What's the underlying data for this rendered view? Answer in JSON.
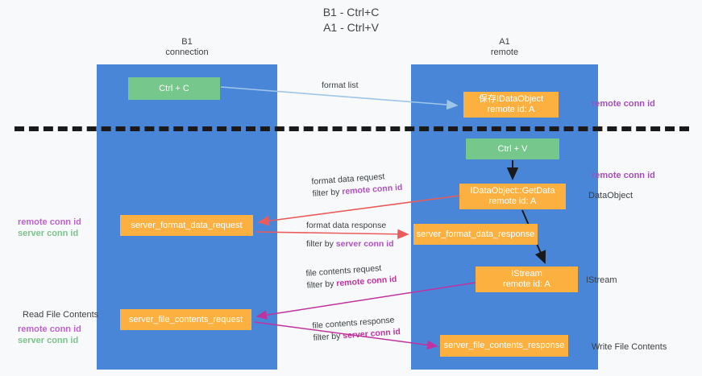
{
  "title": "B1 - Ctrl+C\nA1 - Ctrl+V",
  "lanes": [
    {
      "name": "b1",
      "header": "B1\nconnection"
    },
    {
      "name": "a1",
      "header": "A1\nremote"
    }
  ],
  "nodes": [
    {
      "id": "ctrlc",
      "label": "Ctrl + C",
      "color": "#76c78b"
    },
    {
      "id": "idataobject_save",
      "label": "保存IDataObject\nremote id: A",
      "color": "#fbb040"
    },
    {
      "id": "ctrlv",
      "label": "Ctrl + V",
      "color": "#76c78b"
    },
    {
      "id": "getdata",
      "label": "IDataObject::GetData\nremote id: A",
      "color": "#fbb040"
    },
    {
      "id": "server_format_data_request",
      "label": "server_format_data_request",
      "color": "#fbb040"
    },
    {
      "id": "server_format_data_response",
      "label": "server_format_data_response",
      "color": "#fbb040"
    },
    {
      "id": "istream",
      "label": "IStream\nremote id: A",
      "color": "#fbb040"
    },
    {
      "id": "server_file_contents_request",
      "label": "server_file_contents_request",
      "color": "#fbb040"
    },
    {
      "id": "server_file_contents_response",
      "label": "server_file_contents_response",
      "color": "#fbb040"
    }
  ],
  "edge_labels": {
    "format_list": "format list",
    "format_data_request": "format data request",
    "format_data_request_filter_prefix": "filter by ",
    "format_data_request_filter_value": "remote conn id",
    "format_data_response": "format data response",
    "format_data_response_filter_prefix": "filter by ",
    "format_data_response_filter_value": "server conn id",
    "file_contents_request": "file contents request",
    "file_contents_request_filter_prefix": "filter by ",
    "file_contents_request_filter_value": "remote conn id",
    "file_contents_response": "file contents response",
    "file_contents_response_filter_prefix": "filter by ",
    "file_contents_response_filter_value": "server conn id"
  },
  "annotations": {
    "remote_conn_id_top": "remote conn id",
    "remote_conn_id_mid": "remote conn id",
    "dataobject": "DataObject",
    "istream": "IStream",
    "write_file_contents": "Write File Contents",
    "read_file_contents": "Read File Contents",
    "remote_conn_id_left": "remote conn id",
    "server_conn_id_left": "server conn id"
  },
  "colors": {
    "lane": "#4a86d8",
    "green_node": "#76c78b",
    "orange_node": "#fbb040",
    "purple_text": "#a64dbd",
    "green_text": "#79c48a",
    "magenta_text": "#c0339e",
    "red_arrow": "#ea5b5b",
    "blue_arrow": "#9fc5e8",
    "black_arrow": "#1a1a1a",
    "background": "#f8f9fa"
  }
}
